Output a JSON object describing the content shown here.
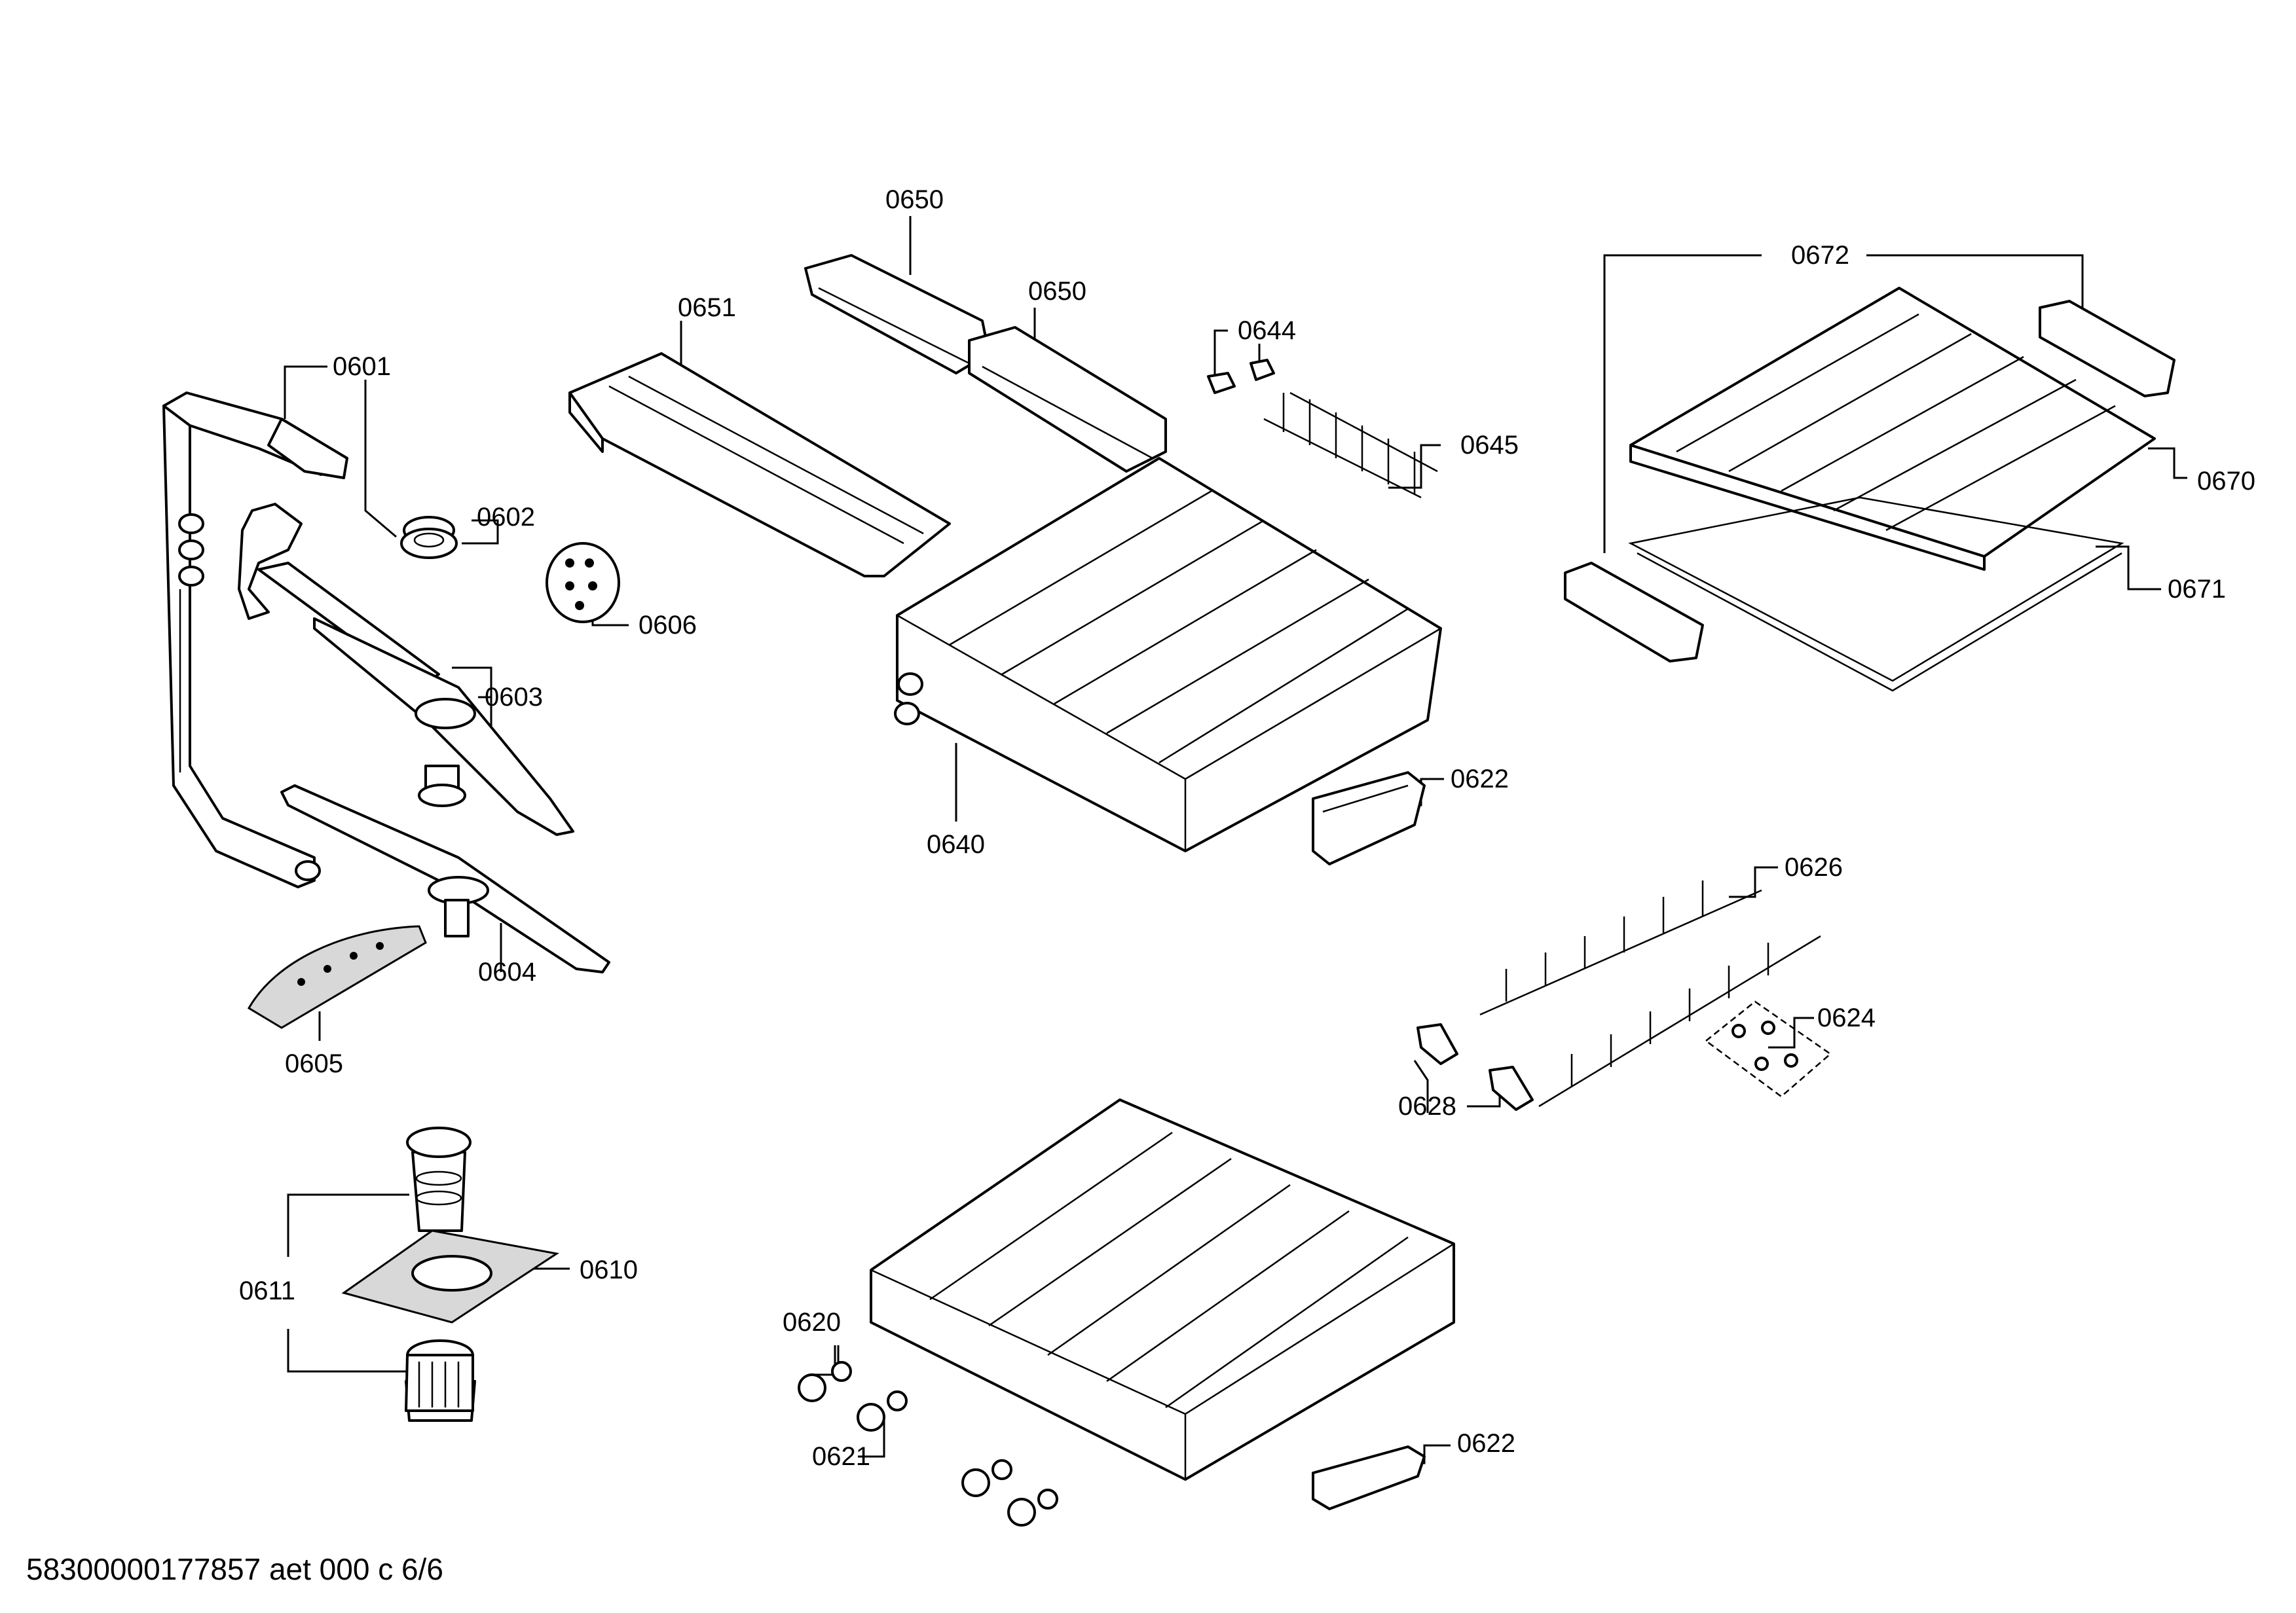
{
  "doc_code": "58300000177857 aet 000 c 6/6",
  "labels": {
    "p0601": "0601",
    "p0602": "0602",
    "p0603": "0603",
    "p0604": "0604",
    "p0605": "0605",
    "p0606": "0606",
    "p0610": "0610",
    "p0611": "0611",
    "p0620": "0620",
    "p0621": "0621",
    "p0622a": "0622",
    "p0622b": "0622",
    "p0624": "0624",
    "p0626": "0626",
    "p0628": "0628",
    "p0640": "0640",
    "p0644": "0644",
    "p0645": "0645",
    "p0650a": "0650",
    "p0650b": "0650",
    "p0651": "0651",
    "p0670": "0670",
    "p0671": "0671",
    "p0672": "0672"
  }
}
